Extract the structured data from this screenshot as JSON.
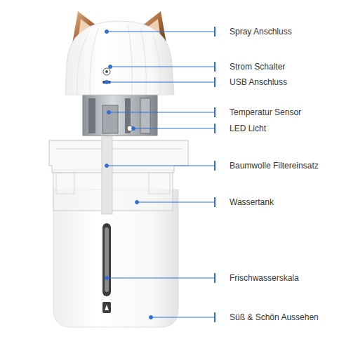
{
  "diagram": {
    "labels": [
      "Spray Anschluss",
      "Strom Schalter",
      "USB Anschluss",
      "Temperatur Sensor",
      "LED Licht",
      "Baumwolle Filtereinsatz",
      "Wassertank",
      "Frischwasserskala",
      "Süß & Schön Aussehen"
    ]
  }
}
